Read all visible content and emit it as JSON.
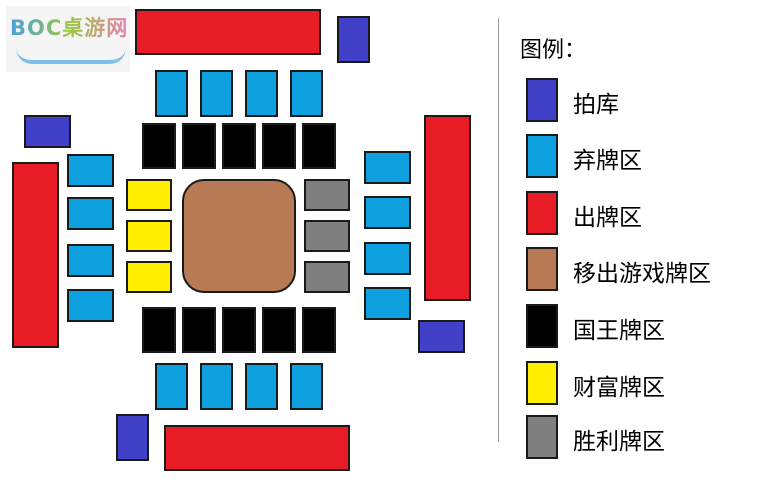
{
  "watermark": {
    "text": "BOC桌游网"
  },
  "legend": {
    "title": "图例：",
    "items": [
      {
        "key": "pai-ku",
        "label": "拍库",
        "color": "#4040c8"
      },
      {
        "key": "qi-pai",
        "label": "弃牌区",
        "color": "#0fa0e0"
      },
      {
        "key": "chu-pai",
        "label": "出牌区",
        "color": "#e81c24"
      },
      {
        "key": "yi-chu",
        "label": "移出游戏牌区",
        "color": "#b87a55"
      },
      {
        "key": "guo-wang",
        "label": "国王牌区",
        "color": "#000000"
      },
      {
        "key": "cai-fu",
        "label": "财富牌区",
        "color": "#ffee00"
      },
      {
        "key": "sheng-li",
        "label": "胜利牌区",
        "color": "#7f7f7f"
      }
    ]
  }
}
